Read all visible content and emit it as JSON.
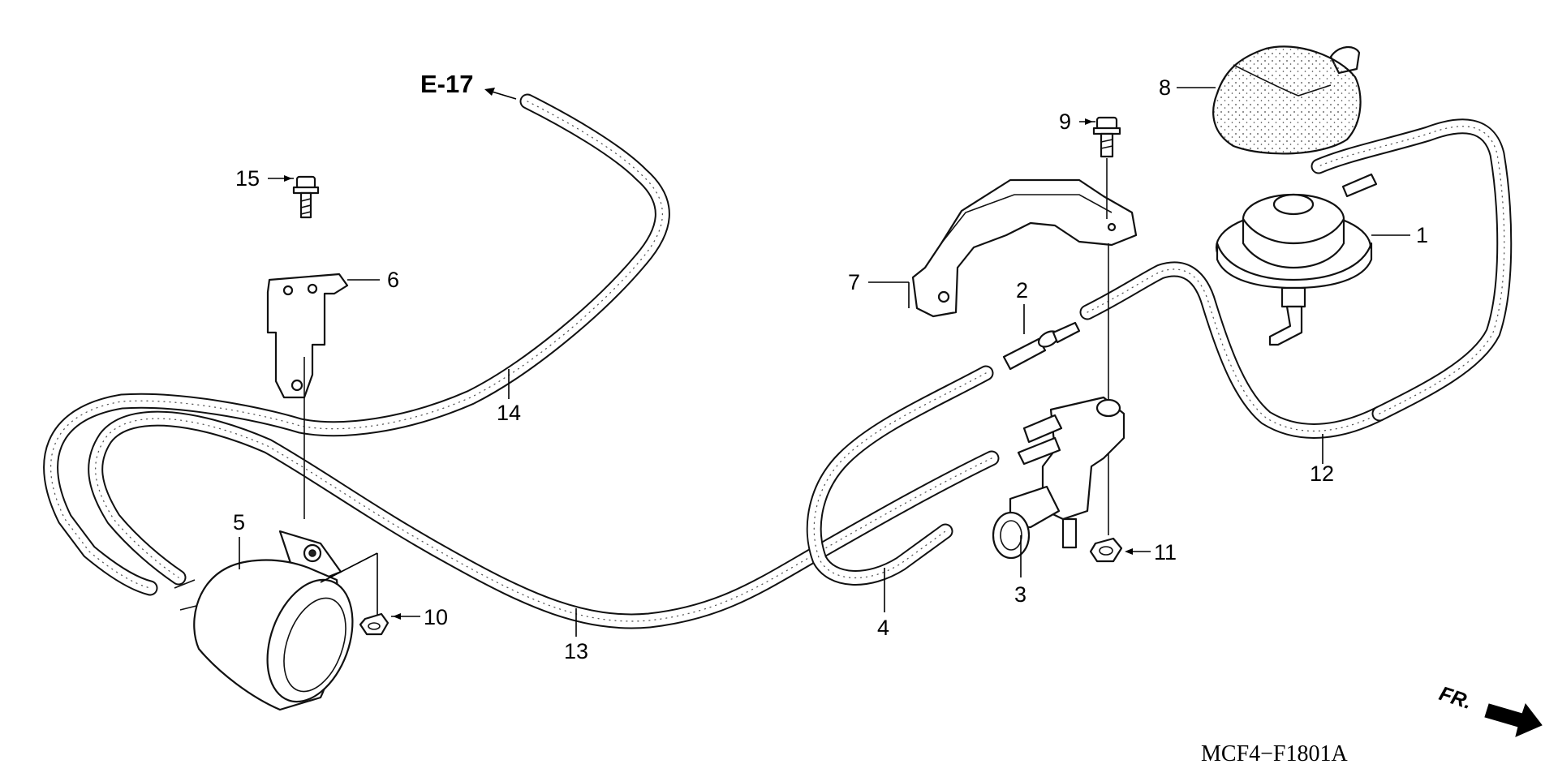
{
  "diagram": {
    "reference": "E-17",
    "drawing_code": "MCF4−F1801A",
    "front_indicator": "FR.",
    "callouts": [
      "1",
      "2",
      "3",
      "4",
      "5",
      "6",
      "7",
      "8",
      "9",
      "10",
      "11",
      "12",
      "13",
      "14",
      "15"
    ],
    "colors": {
      "line": "#111111",
      "background": "#ffffff",
      "hose_speckle": "#555555"
    }
  }
}
